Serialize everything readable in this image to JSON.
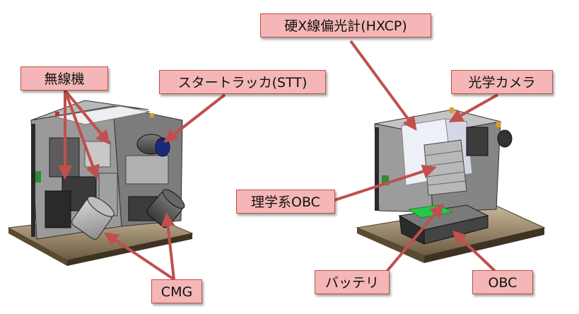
{
  "labels": {
    "musenki": "無線機",
    "star_tracker": "スタートラッカ(STT)",
    "cmg": "CMG",
    "hxcp": "硬X線偏光計(HXCP)",
    "optical_camera": "光学カメラ",
    "science_obc": "理学系OBC",
    "battery": "バッテリ",
    "obc": "OBC"
  },
  "colors": {
    "label_fill": "#f4b6b6",
    "label_border": "#c0504d",
    "arrow": "#c0504d"
  }
}
